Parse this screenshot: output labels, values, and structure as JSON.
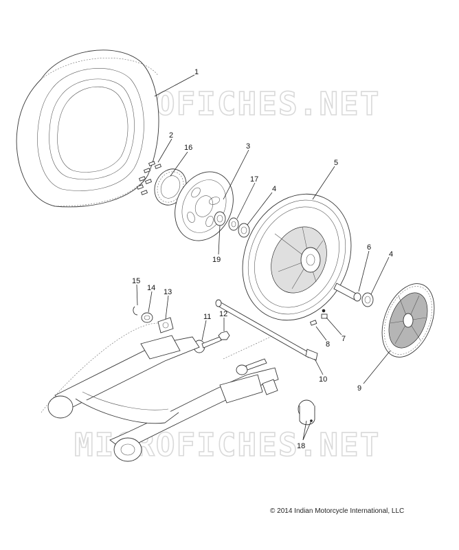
{
  "watermark": {
    "text": "MICROFICHES.NET"
  },
  "copyright": "© 2014 Indian Motorcycle International, LLC",
  "callouts": [
    "1",
    "2",
    "3",
    "4",
    "5",
    "6",
    "4",
    "7",
    "8",
    "9",
    "10",
    "11",
    "12",
    "13",
    "14",
    "15",
    "16",
    "17",
    "18",
    "19"
  ],
  "parts": [
    "tire",
    "disc-bolts",
    "brake-rotor",
    "bearing",
    "wheel-rim",
    "spacer",
    "valve-stem",
    "valve-cap",
    "sprocket-pulley",
    "axle",
    "adjuster-bolt",
    "nut",
    "adjuster-plate",
    "washer",
    "clip",
    "tone-ring",
    "bearing-seal",
    "bushings",
    "rotor-spacer"
  ]
}
